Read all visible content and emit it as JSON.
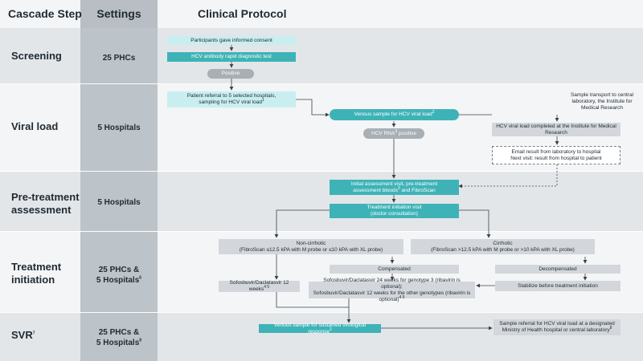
{
  "headers": {
    "cascade_step": "Cascade Step",
    "settings": "Settings",
    "clinical_protocol": "Clinical Protocol"
  },
  "rows": [
    {
      "step": "Screening",
      "settings": "25 PHCs"
    },
    {
      "step": "Viral load",
      "settings": "5 Hospitals"
    },
    {
      "step_line1": "Pre-treatment",
      "step_line2": "assessment",
      "settings": "5 Hospitals"
    },
    {
      "step_line1": "Treatment",
      "step_line2": "initiation",
      "settings_line1": "25 PHCs &",
      "settings_line2": "5 Hospitals",
      "settings_sup": "6"
    },
    {
      "step": "SVR",
      "step_sup": "7",
      "settings_line1": "25 PHCs &",
      "settings_line2": "5 Hospitals",
      "settings_sup": "8"
    }
  ],
  "boxes": {
    "consent": "Participants gave informed consent",
    "rdt": "HCV antibody rapid diagnostic test",
    "positive": "Positive",
    "referral_line1": "Patient referral to 5 selected hospitals,",
    "referral_line2": "sampling for HCV viral load",
    "referral_sup": "1",
    "venous": "Venous sample for HCV viral load",
    "venous_sup": "2",
    "transport": "Sample transport to central laboratory, the Institute for Medical Research",
    "vl_completed": "HCV viral load completed at the Institute for Medical Research",
    "rna_positive_pre": "HCV RNA",
    "rna_positive_sup": "3",
    "rna_positive_post": " positive",
    "email_line1": "Email result from laboratory to hospital",
    "email_line2": "Next visit: result from hospital to patient",
    "initial_line1": "Initial assessment visit, pre-treatment",
    "initial_line2": "assessment bloods",
    "initial_sup": "3",
    "initial_post": " and FibroScan",
    "tx_line1": "Treatment initiation visit",
    "tx_line2": "(doctor consultation)",
    "noncirrhotic_title": "Non-cirrhotic",
    "noncirrhotic_detail": "(FibroScan ≤12.5 kPA with M probe or ≤10 kPA with XL probe)",
    "cirrhotic_title": "Cirrhotic",
    "cirrhotic_detail": "(FibroScan >12.5 kPA with M probe or >10 kPA with XL probe)",
    "compensated": "Compensated",
    "decompensated": "Decompensated",
    "sofdac12": "Sofosbuvir/Daclatasvir 12 weeks",
    "sofdac12_sup": "4 5",
    "sofdac24_line1": "Sofosbuvir/Daclatasvir 24 weeks for genotype 3 (ribavirin is optional);",
    "sofdac24_line2": "Sofosbuvir/Daclatasvir 12 weeks for the other genotypes (ribavirin is optional)",
    "sofdac24_sup": "4 5",
    "stabilize": "Stabilize before treatment initiation",
    "svr_venous": "Venous sample for sustained virological response",
    "svr_venous_sup": "2",
    "svr_referral_line1": "Sample referral for HCV viral load at a designated",
    "svr_referral_line2": "Ministry of Health hospital or central laboratory",
    "svr_referral_sup": "8"
  },
  "colors": {
    "teal": "#3eb3b7",
    "light_teal": "#c9eef0",
    "grey_box": "#d3d7db",
    "pill": "#a8afb5",
    "band_dark": "#e3e6e9",
    "band_light": "#f4f5f6",
    "settings_col": "#bcc3c9"
  }
}
